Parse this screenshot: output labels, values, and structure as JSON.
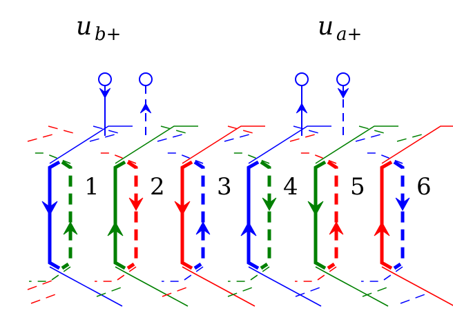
{
  "titles": {
    "left": {
      "base": "u",
      "sub": "b+"
    },
    "right": {
      "base": "u",
      "sub": "a+"
    }
  },
  "colors": {
    "blue": "#0000ff",
    "green": "#008000",
    "red": "#ff0000",
    "black": "#000000"
  },
  "columns": [
    {
      "label": "1",
      "solid": "blue",
      "solid_dir": "down",
      "dashed": "green",
      "dashed_dir": "up"
    },
    {
      "label": "2",
      "solid": "green",
      "solid_dir": "up",
      "dashed": "red",
      "dashed_dir": "down"
    },
    {
      "label": "3",
      "solid": "red",
      "solid_dir": "down",
      "dashed": "blue",
      "dashed_dir": "up"
    },
    {
      "label": "4",
      "solid": "blue",
      "solid_dir": "up",
      "dashed": "green",
      "dashed_dir": "down"
    },
    {
      "label": "5",
      "solid": "green",
      "solid_dir": "down",
      "dashed": "red",
      "dashed_dir": "up"
    },
    {
      "label": "6",
      "solid": "red",
      "solid_dir": "up",
      "dashed": "blue",
      "dashed_dir": "down"
    }
  ],
  "terminals": [
    {
      "dir": "down",
      "style": "solid"
    },
    {
      "dir": "up",
      "style": "dashed"
    },
    {
      "dir": "up",
      "style": "solid"
    },
    {
      "dir": "down",
      "style": "dashed"
    }
  ]
}
